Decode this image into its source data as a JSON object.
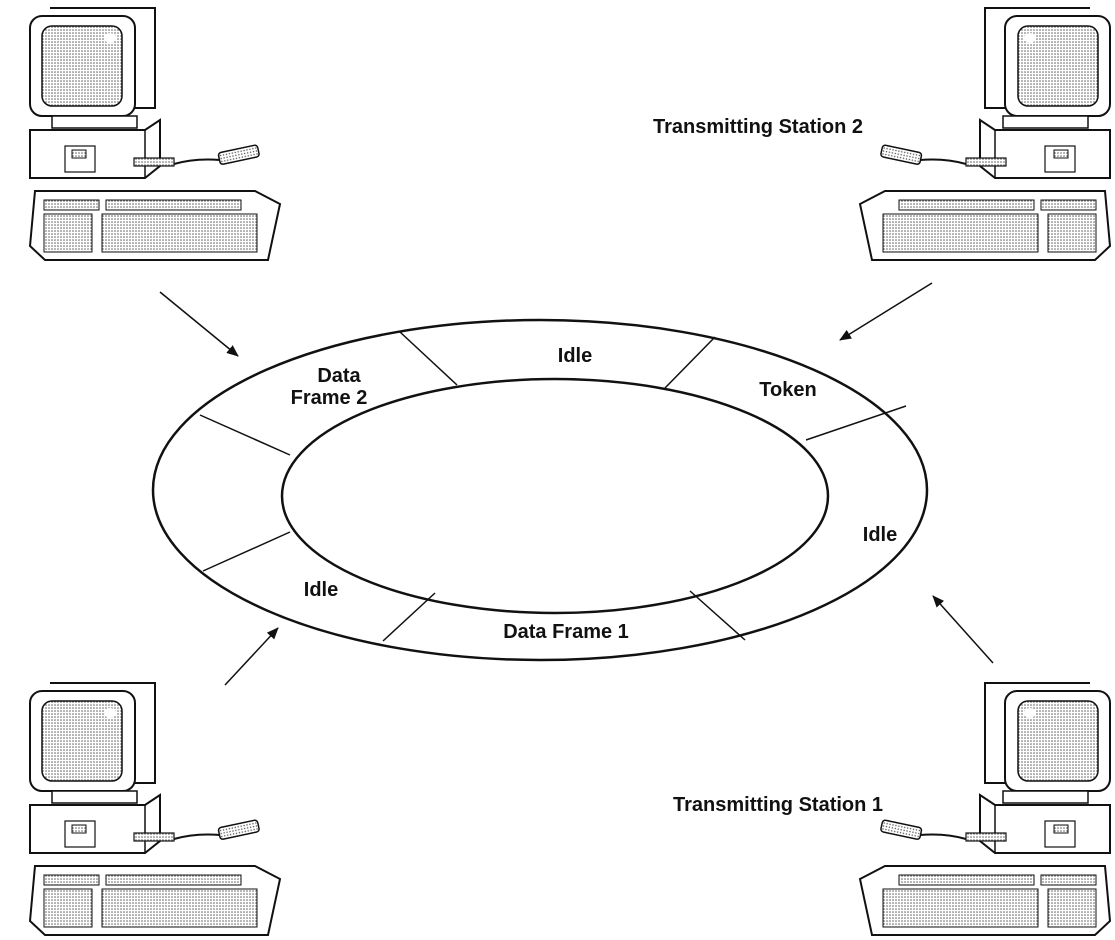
{
  "stations": [
    {
      "label": ""
    },
    {
      "label": "Transmitting Station 2"
    },
    {
      "label": ""
    },
    {
      "label": "Transmitting Station 1"
    }
  ],
  "ring": {
    "segments": {
      "idle_top": "Idle",
      "token": "Token",
      "idle_right": "Idle",
      "data_frame_1": "Data Frame 1",
      "idle_bottom_left": "Idle",
      "data_frame_2_line1": "Data",
      "data_frame_2_line2": "Frame 2"
    }
  },
  "colors": {
    "stroke": "#111111",
    "screen": "#c8c8c8",
    "background": "#ffffff"
  }
}
